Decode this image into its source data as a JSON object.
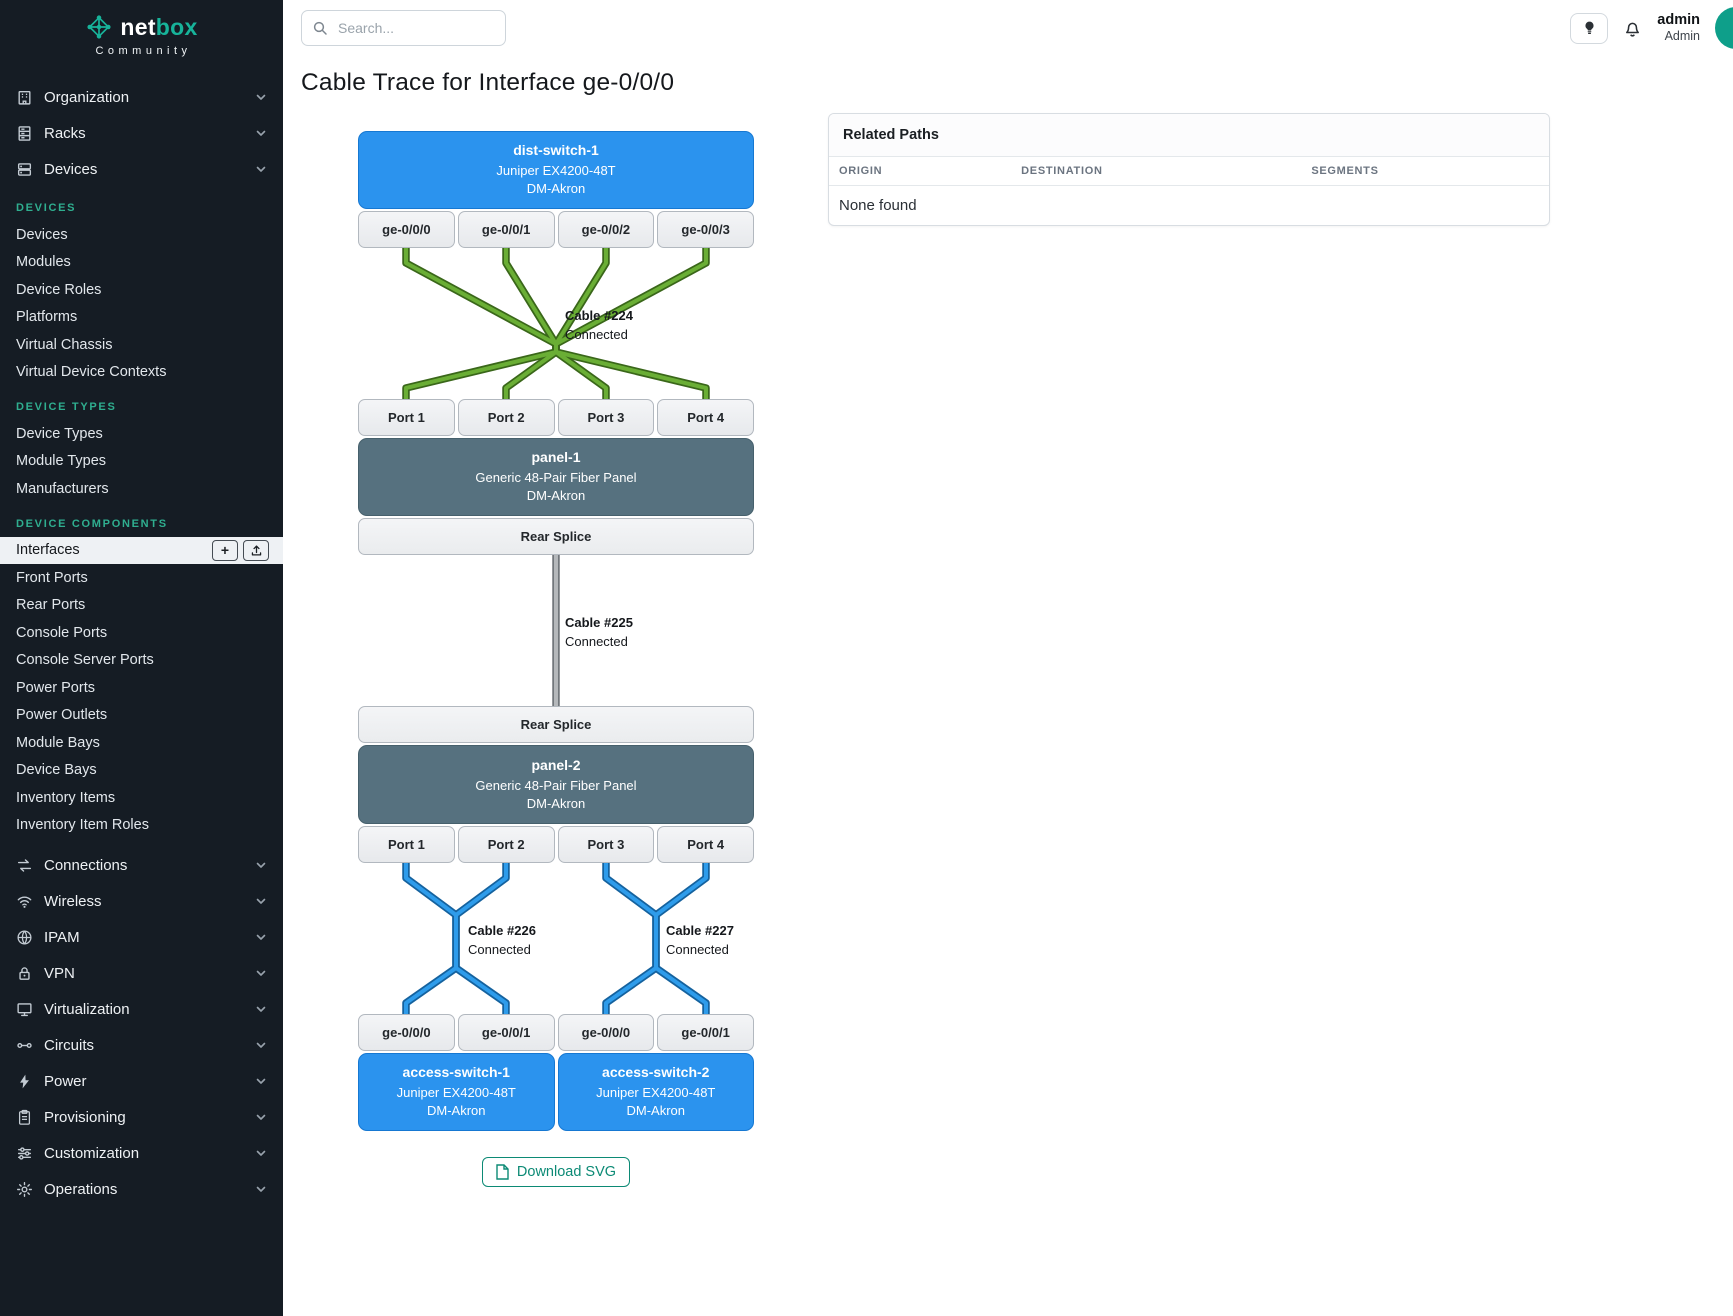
{
  "brand": {
    "wordmark_primary": "net",
    "wordmark_accent": "box",
    "subtitle": "Community"
  },
  "topbar": {
    "search_placeholder": "Search...",
    "user": {
      "name": "admin",
      "role": "Admin"
    }
  },
  "sidebar": {
    "top_groups": [
      "Organization",
      "Racks",
      "Devices"
    ],
    "sections": [
      {
        "heading": "DEVICES",
        "items": [
          "Devices",
          "Modules",
          "Device Roles",
          "Platforms",
          "Virtual Chassis",
          "Virtual Device Contexts"
        ]
      },
      {
        "heading": "DEVICE TYPES",
        "items": [
          "Device Types",
          "Module Types",
          "Manufacturers"
        ]
      },
      {
        "heading": "DEVICE COMPONENTS",
        "items": [
          "Interfaces",
          "Front Ports",
          "Rear Ports",
          "Console Ports",
          "Console Server Ports",
          "Power Ports",
          "Power Outlets",
          "Module Bays",
          "Device Bays",
          "Inventory Items",
          "Inventory Item Roles"
        ]
      }
    ],
    "active_item": "Interfaces",
    "active_item_actions": {
      "add_label": "+"
    },
    "bottom_groups": [
      "Connections",
      "Wireless",
      "IPAM",
      "VPN",
      "Virtualization",
      "Circuits",
      "Power",
      "Provisioning",
      "Customization",
      "Operations"
    ]
  },
  "page": {
    "title": "Cable Trace for Interface ge-0/0/0"
  },
  "trace": {
    "top_device": {
      "name": "dist-switch-1",
      "model": "Juniper EX4200-48T",
      "site": "DM-Akron",
      "interfaces": [
        "ge-0/0/0",
        "ge-0/0/1",
        "ge-0/0/2",
        "ge-0/0/3"
      ]
    },
    "cable_224": {
      "name": "Cable #224",
      "status": "Connected",
      "color": "#6aae35"
    },
    "panel_1": {
      "front_ports": [
        "Port 1",
        "Port 2",
        "Port 3",
        "Port 4"
      ],
      "name": "panel-1",
      "model": "Generic 48-Pair Fiber Panel",
      "site": "DM-Akron",
      "rear_port": "Rear Splice"
    },
    "cable_225": {
      "name": "Cable #225",
      "status": "Connected",
      "color": "#b5b8bb"
    },
    "panel_2": {
      "rear_port": "Rear Splice",
      "name": "panel-2",
      "model": "Generic 48-Pair Fiber Panel",
      "site": "DM-Akron",
      "front_ports": [
        "Port 1",
        "Port 2",
        "Port 3",
        "Port 4"
      ]
    },
    "cable_226": {
      "name": "Cable #226",
      "status": "Connected",
      "color": "#2e9ceb"
    },
    "cable_227": {
      "name": "Cable #227",
      "status": "Connected",
      "color": "#2e9ceb"
    },
    "bottom_interfaces": [
      "ge-0/0/0",
      "ge-0/0/1",
      "ge-0/0/0",
      "ge-0/0/1"
    ],
    "bottom_devices": [
      {
        "name": "access-switch-1",
        "model": "Juniper EX4200-48T",
        "site": "DM-Akron"
      },
      {
        "name": "access-switch-2",
        "model": "Juniper EX4200-48T",
        "site": "DM-Akron"
      }
    ],
    "download_button": "Download SVG"
  },
  "related_paths": {
    "title": "Related Paths",
    "columns": [
      "ORIGIN",
      "DESTINATION",
      "SEGMENTS"
    ],
    "empty_text": "None found"
  },
  "colors": {
    "accent_teal": "#17b39a",
    "device_blue": "#2b93ee",
    "panel_slate": "#56717f",
    "cable_green": "#6aae35",
    "cable_blue": "#2e9ceb",
    "cable_gray": "#b5b8bb"
  },
  "icons": {
    "search": "magnifier",
    "lightbulb": "bulb",
    "bell": "bell",
    "chevron": "chevron-down",
    "add": "+",
    "import": "upload-arrow",
    "download": "file"
  }
}
